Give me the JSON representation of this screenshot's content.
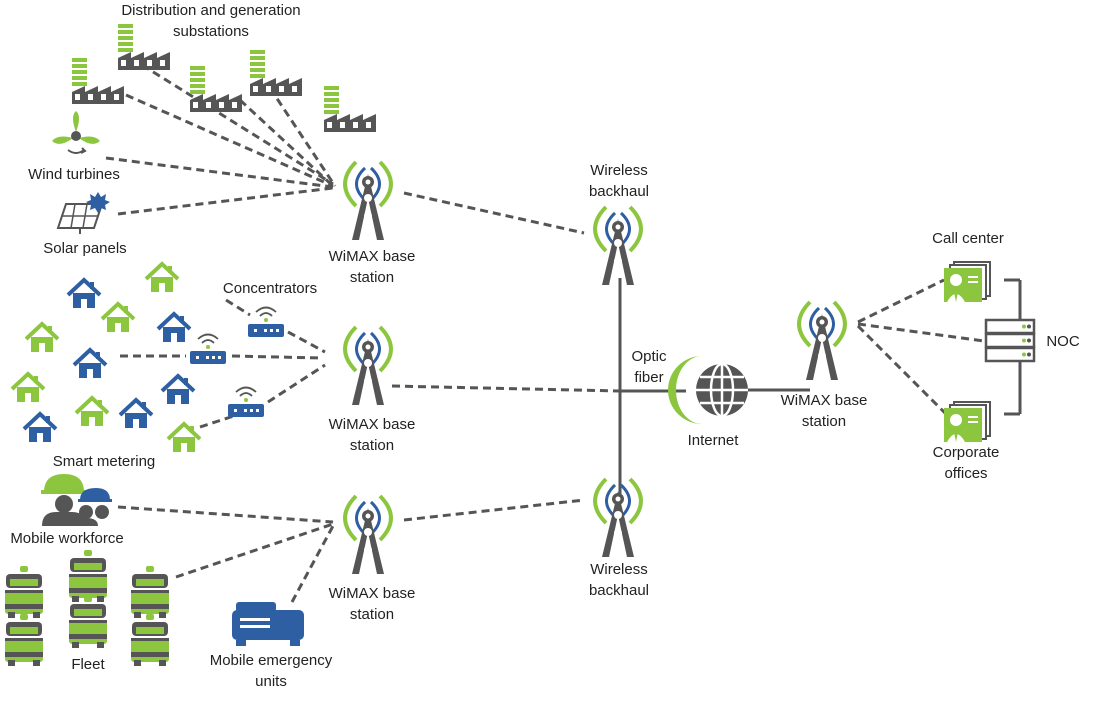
{
  "labels": {
    "distribution": "Distribution and generation substations",
    "wind": "Wind turbines",
    "solar": "Solar panels",
    "wimax_top": "WiMAX base station",
    "wimax_mid": "WiMAX base station",
    "wimax_bottom": "WiMAX base station",
    "wimax_right": "WiMAX base station",
    "backhaul_top": "Wireless backhaul",
    "backhaul_bottom": "Wireless backhaul",
    "concentrators": "Concentrators",
    "smart_metering": "Smart metering",
    "optic_fiber": "Optic fiber",
    "internet": "Internet",
    "call_center": "Call center",
    "noc": "NOC",
    "corporate": "Corporate offices",
    "mobile_workforce": "Mobile workforce",
    "fleet": "Fleet",
    "emergency": "Mobile emergency units"
  },
  "colors": {
    "green": "#8cc63f",
    "blue": "#2e5fa3",
    "gray": "#555555",
    "dash": "#555555"
  },
  "icons": {
    "substation": "factory-icon",
    "wind": "wind-turbine-icon",
    "solar": "solar-panel-icon",
    "tower": "radio-tower-icon",
    "house": "house-icon",
    "concentrator": "router-icon",
    "globe": "globe-icon",
    "office": "office-building-icon",
    "server": "server-icon",
    "worker": "worker-icon",
    "truck": "truck-icon",
    "van": "van-icon"
  }
}
